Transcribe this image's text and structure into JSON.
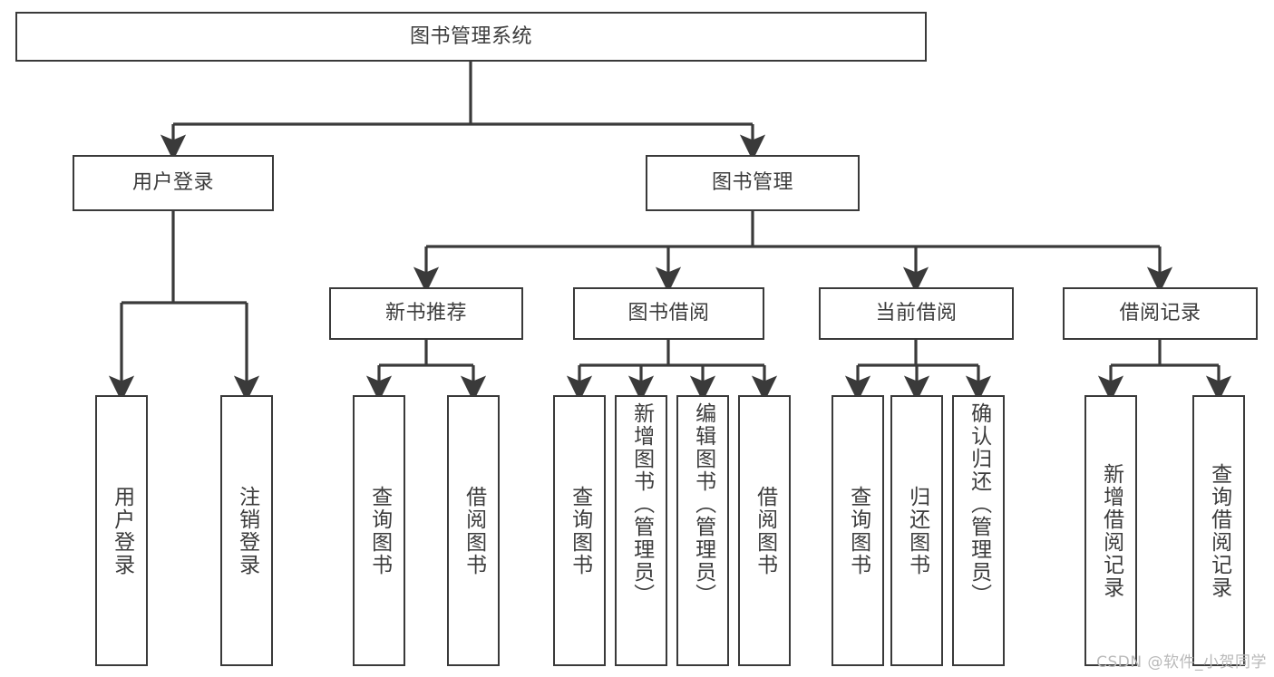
{
  "diagram": {
    "type": "tree-hierarchy-flowchart",
    "title": "图书管理系统",
    "root": {
      "id": "root",
      "label": "图书管理系统",
      "orientation": "horizontal"
    },
    "level2": [
      {
        "id": "user-login",
        "label": "用户登录",
        "orientation": "horizontal"
      },
      {
        "id": "book-manage",
        "label": "图书管理",
        "orientation": "horizontal"
      }
    ],
    "level3": [
      {
        "id": "new-book-recommend",
        "label": "新书推荐",
        "orientation": "horizontal",
        "parent": "book-manage"
      },
      {
        "id": "book-borrow",
        "label": "图书借阅",
        "orientation": "horizontal",
        "parent": "book-manage"
      },
      {
        "id": "current-borrow",
        "label": "当前借阅",
        "orientation": "horizontal",
        "parent": "book-manage"
      },
      {
        "id": "borrow-record",
        "label": "借阅记录",
        "orientation": "horizontal",
        "parent": "book-manage"
      }
    ],
    "leaves": [
      {
        "id": "leaf-user-login",
        "label": "用户登录",
        "parent": "user-login",
        "orientation": "vertical"
      },
      {
        "id": "leaf-user-logout",
        "label": "注销登录",
        "parent": "user-login",
        "orientation": "vertical"
      },
      {
        "id": "leaf-query-book-1",
        "label": "查询图书",
        "parent": "new-book-recommend",
        "orientation": "vertical"
      },
      {
        "id": "leaf-borrow-book-1",
        "label": "借阅图书",
        "parent": "new-book-recommend",
        "orientation": "vertical"
      },
      {
        "id": "leaf-query-book-2",
        "label": "查询图书",
        "parent": "book-borrow",
        "orientation": "vertical"
      },
      {
        "id": "leaf-add-book",
        "label": "新增图书（管理员）",
        "parent": "book-borrow",
        "orientation": "vertical"
      },
      {
        "id": "leaf-edit-book",
        "label": "编辑图书（管理员）",
        "parent": "book-borrow",
        "orientation": "vertical"
      },
      {
        "id": "leaf-borrow-book-2",
        "label": "借阅图书",
        "parent": "book-borrow",
        "orientation": "vertical"
      },
      {
        "id": "leaf-query-book-3",
        "label": "查询图书",
        "parent": "current-borrow",
        "orientation": "vertical"
      },
      {
        "id": "leaf-return-book",
        "label": "归还图书",
        "parent": "current-borrow",
        "orientation": "vertical"
      },
      {
        "id": "leaf-confirm-return",
        "label": "确认归还（管理员）",
        "parent": "current-borrow",
        "orientation": "vertical"
      },
      {
        "id": "leaf-add-record",
        "label": "新增借阅记录",
        "parent": "borrow-record",
        "orientation": "vertical"
      },
      {
        "id": "leaf-query-record",
        "label": "查询借阅记录",
        "parent": "borrow-record",
        "orientation": "vertical"
      }
    ],
    "watermark": "CSDN @软件_小贺同学",
    "colors": {
      "stroke": "#3a3a3a",
      "fill": "#ffffff",
      "text": "#3c3c3c",
      "watermark": "#b9b9b9"
    }
  }
}
